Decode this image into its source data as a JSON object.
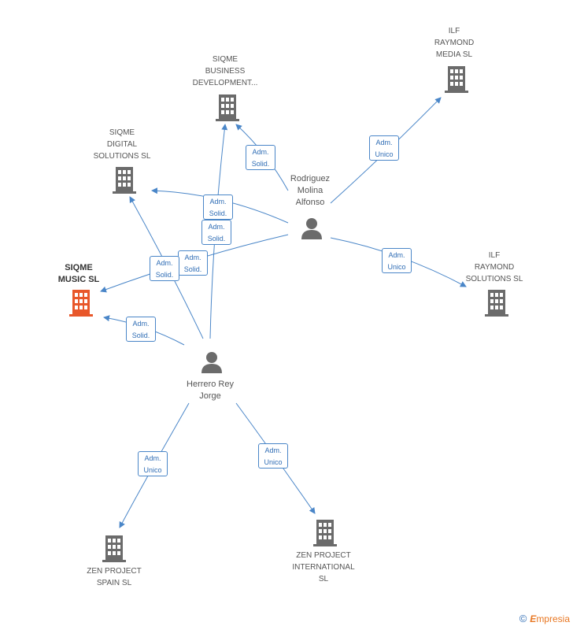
{
  "nodes": {
    "siqme_business": "SIQME\nBUSINESS\nDEVELOPMENT...",
    "siqme_digital": "SIQME\nDIGITAL\nSOLUTIONS SL",
    "siqme_music": "SIQME\nMUSIC SL",
    "ilf_media": "ILF\nRAYMOND\nMEDIA  SL",
    "ilf_solutions": "ILF\nRAYMOND\nSOLUTIONS SL",
    "zen_spain": "ZEN PROJECT\nSPAIN SL",
    "zen_international": "ZEN PROJECT\nINTERNATIONAL\nSL",
    "rodriguez": "Rodriguez\nMolina\nAlfonso",
    "herrero": "Herrero Rey\nJorge"
  },
  "edges": {
    "adm_solid": "Adm.\nSolid.",
    "adm_unico": "Adm.\nUnico"
  },
  "colors": {
    "focus": "#e8572a",
    "building": "#6b6b6b",
    "edge": "#4a86c8"
  },
  "footer": {
    "copyright": "©",
    "brand_e": "E",
    "brand_rest": "mpresia"
  }
}
